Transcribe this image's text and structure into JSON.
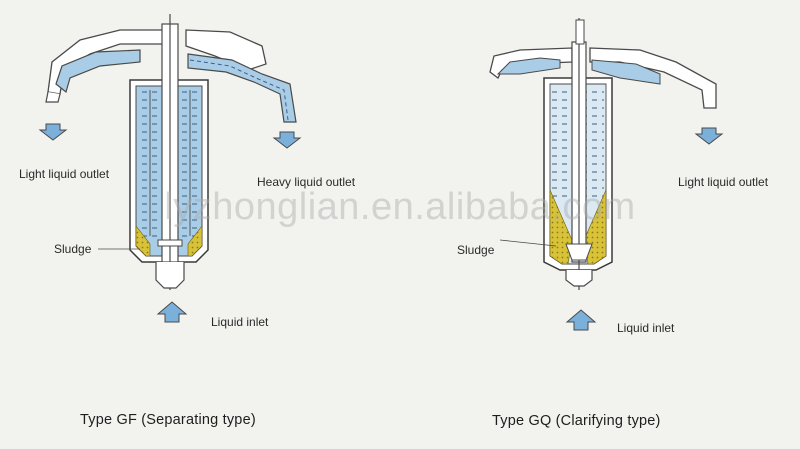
{
  "left": {
    "labels": {
      "light_outlet": "Light liquid outlet",
      "heavy_outlet": "Heavy liquid outlet",
      "sludge": "Sludge",
      "inlet": "Liquid inlet"
    },
    "caption": "Type GF (Separating type)"
  },
  "right": {
    "labels": {
      "light_outlet": "Light liquid outlet",
      "sludge": "Sludge",
      "inlet": "Liquid inlet"
    },
    "caption": "Type GQ (Clarifying  type)"
  },
  "watermark": "lyzhonglian.en.alibaba.com",
  "colors": {
    "liquid": "#a9cde6",
    "liquid_dark": "#5a8fbd",
    "sludge": "#d8c238",
    "arrow": "#7ab0da",
    "line": "#4a4a4a"
  }
}
